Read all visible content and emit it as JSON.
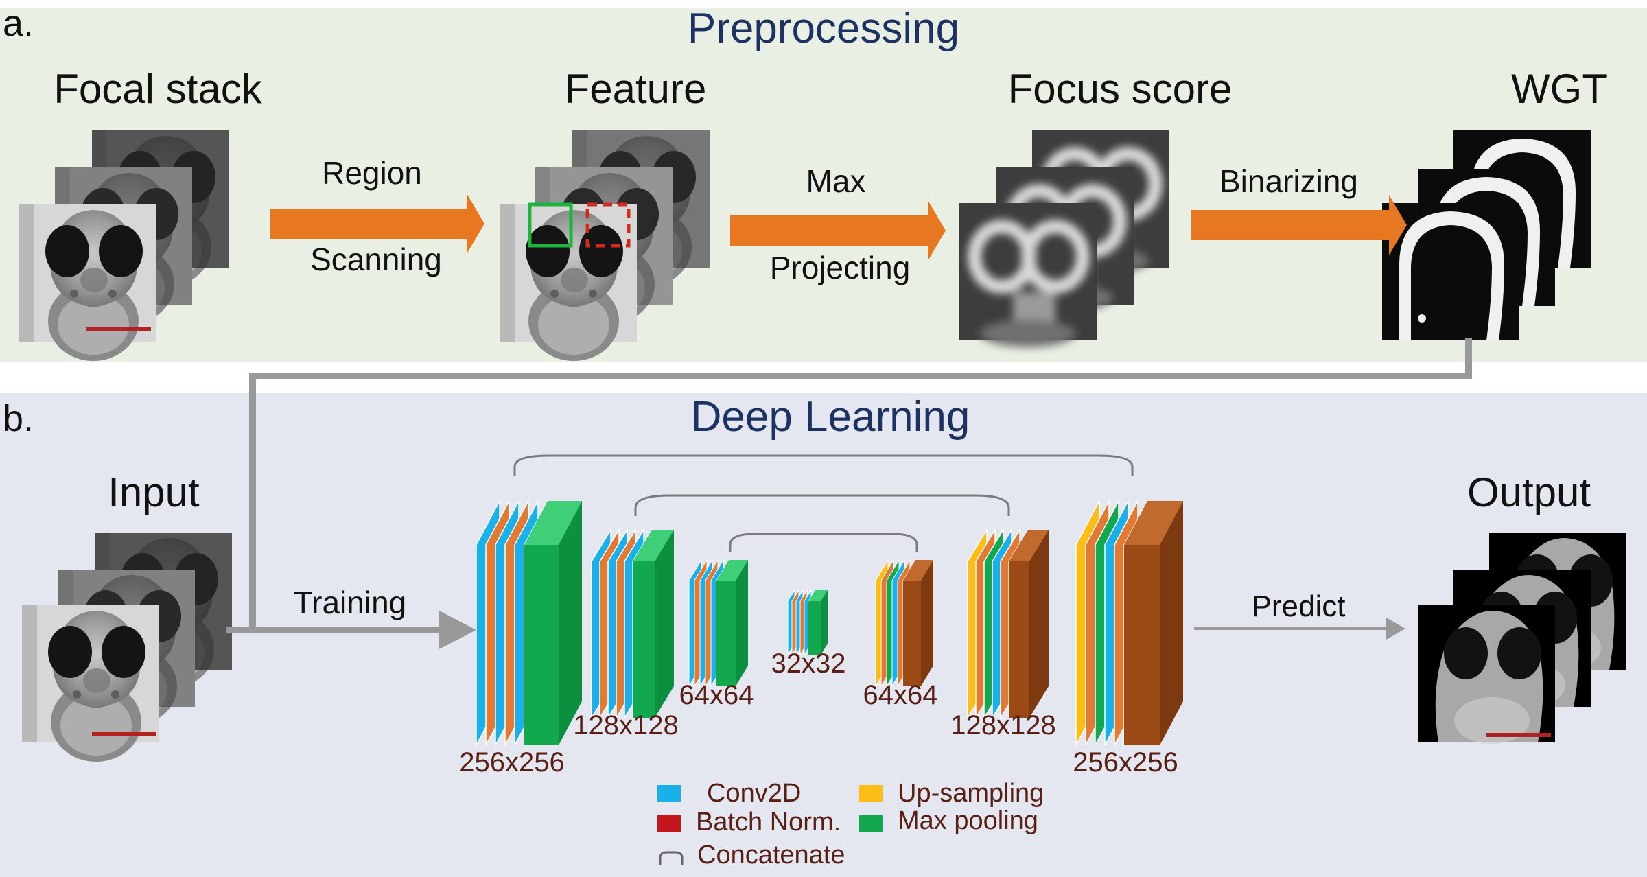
{
  "panel_a": {
    "tag": "a.",
    "title": "Preprocessing",
    "stages": [
      "Focal stack",
      "Feature",
      "Focus score",
      "WGT"
    ],
    "steps": [
      {
        "top": "Region",
        "bottom": "Scanning"
      },
      {
        "top": "Max",
        "bottom": "Projecting"
      },
      {
        "top": "Binarizing",
        "bottom": ""
      }
    ]
  },
  "panel_b": {
    "tag": "b.",
    "title": "Deep Learning",
    "input_label": "Input",
    "output_label": "Output",
    "training_label": "Training",
    "predict_label": "Predict",
    "sizes": [
      "256x256",
      "128x128",
      "64x64",
      "32x32",
      "64x64",
      "128x128",
      "256x256"
    ],
    "legend": [
      {
        "label": "Conv2D",
        "color": "#1ab0ea"
      },
      {
        "label": "Up-sampling",
        "color": "#fbbd16"
      },
      {
        "label": "Batch Norm.",
        "color": "#c4161c"
      },
      {
        "label": "Max pooling",
        "color": "#11a84e"
      },
      {
        "label": "Concatenate",
        "color": "#777777"
      }
    ]
  },
  "colors": {
    "panel_a_bg": "#eaefe4",
    "panel_b_bg": "#e4e7ef",
    "title": "#1c3263",
    "arrow_orange": "#e87722",
    "conv": "#1ab0ea",
    "batch_norm": "#e27a33",
    "max_pool": "#11a84e",
    "up_sampling": "#fbbd16",
    "decoder_conv": "#9b4a16",
    "size_label": "#5a1f14",
    "scale_bar": "#b22222"
  }
}
